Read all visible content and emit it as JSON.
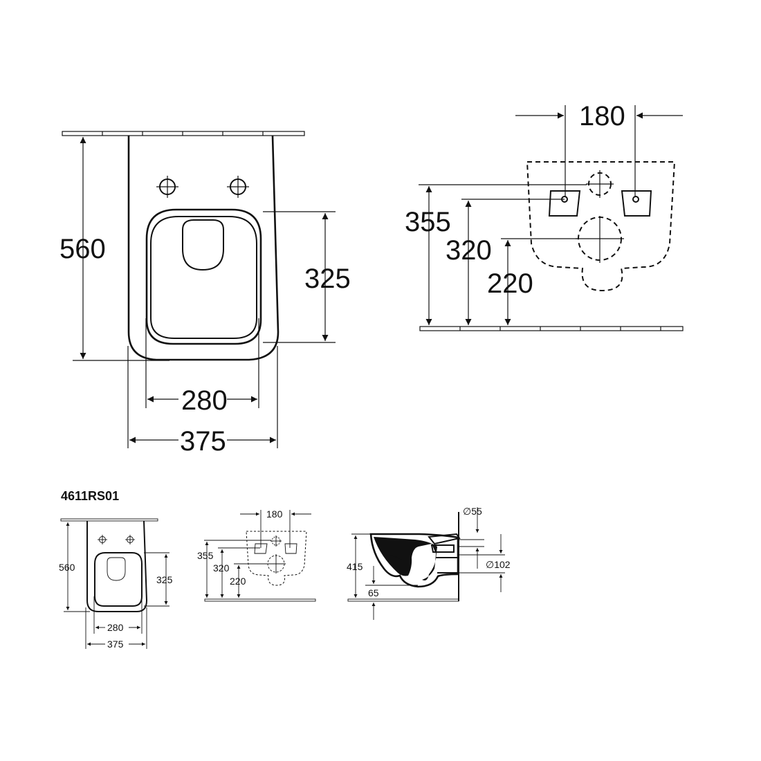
{
  "model_code": "4611RS01",
  "large_front_view": {
    "height": "560",
    "seat_height": "325",
    "seat_width": "280",
    "total_width": "375"
  },
  "large_rear_view": {
    "bolt_spacing": "180",
    "bolt_height": "355",
    "outlet_height": "320",
    "base_height": "220"
  },
  "small_front_view": {
    "height": "560",
    "seat_height": "325",
    "seat_width": "280",
    "total_width": "375"
  },
  "small_rear_view": {
    "bolt_spacing": "180",
    "bolt_height": "355",
    "outlet_height": "320",
    "base_height": "220"
  },
  "small_side_view": {
    "inlet_diameter": "∅55",
    "height": "415",
    "outlet_diameter": "∅102",
    "bottom_offset": "65"
  }
}
